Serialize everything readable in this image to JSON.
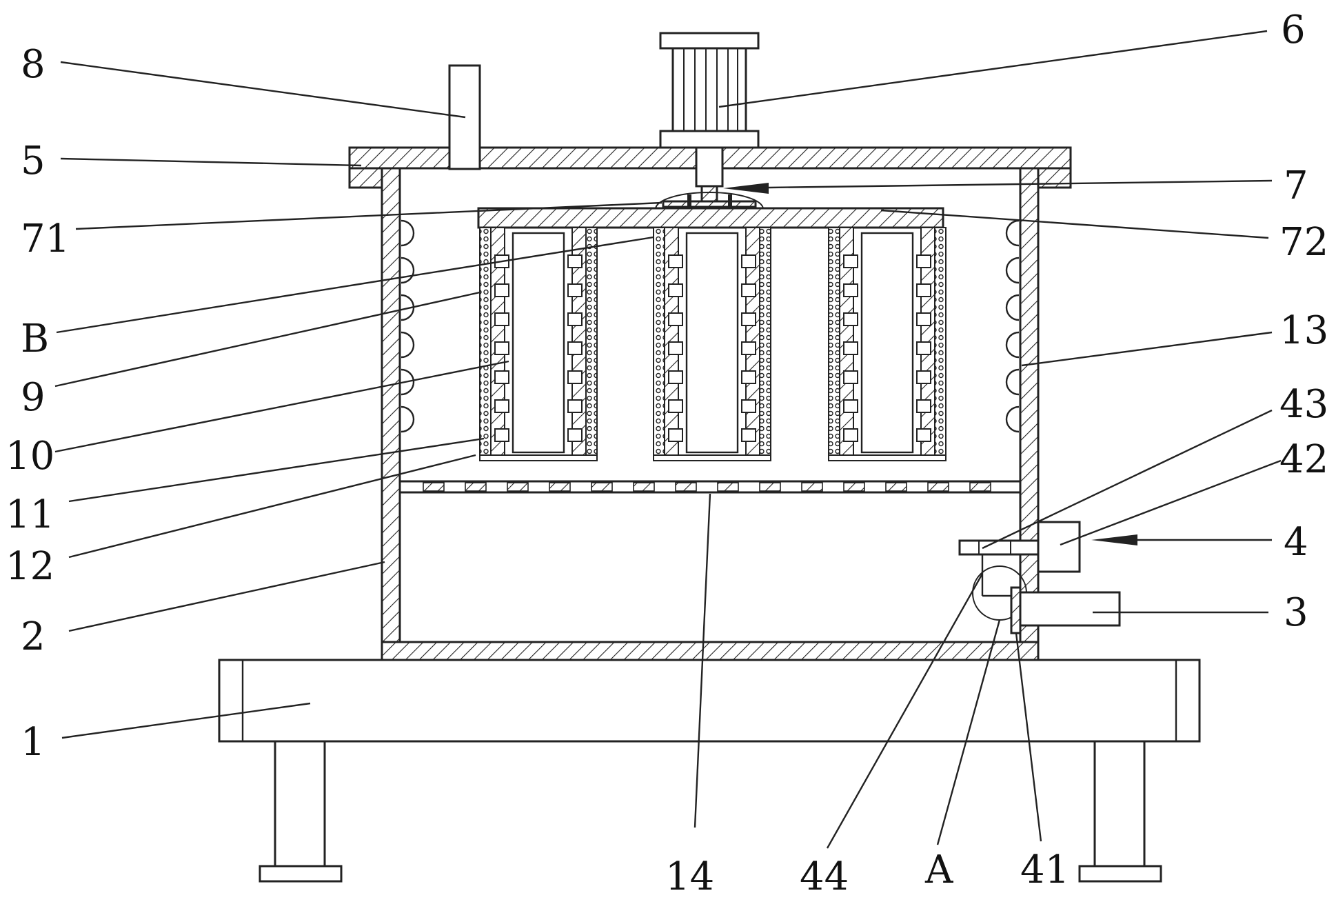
{
  "figure": {
    "labels": [
      {
        "id": "n8",
        "text": "8"
      },
      {
        "id": "n5",
        "text": "5"
      },
      {
        "id": "n71",
        "text": "71"
      },
      {
        "id": "nB",
        "text": "B"
      },
      {
        "id": "n9",
        "text": "9"
      },
      {
        "id": "n10",
        "text": "10"
      },
      {
        "id": "n11",
        "text": "11"
      },
      {
        "id": "n12",
        "text": "12"
      },
      {
        "id": "n2",
        "text": "2"
      },
      {
        "id": "n1",
        "text": "1"
      },
      {
        "id": "n6",
        "text": "6"
      },
      {
        "id": "n7",
        "text": "7"
      },
      {
        "id": "n72",
        "text": "72"
      },
      {
        "id": "n13",
        "text": "13"
      },
      {
        "id": "n43",
        "text": "43"
      },
      {
        "id": "n42",
        "text": "42"
      },
      {
        "id": "n4",
        "text": "4"
      },
      {
        "id": "n3",
        "text": "3"
      },
      {
        "id": "n14",
        "text": "14"
      },
      {
        "id": "n44",
        "text": "44"
      },
      {
        "id": "nA",
        "text": "A"
      },
      {
        "id": "n41",
        "text": "41"
      }
    ],
    "filter_cartridge_count": 3,
    "heater_coil_count_per_side": 6
  }
}
